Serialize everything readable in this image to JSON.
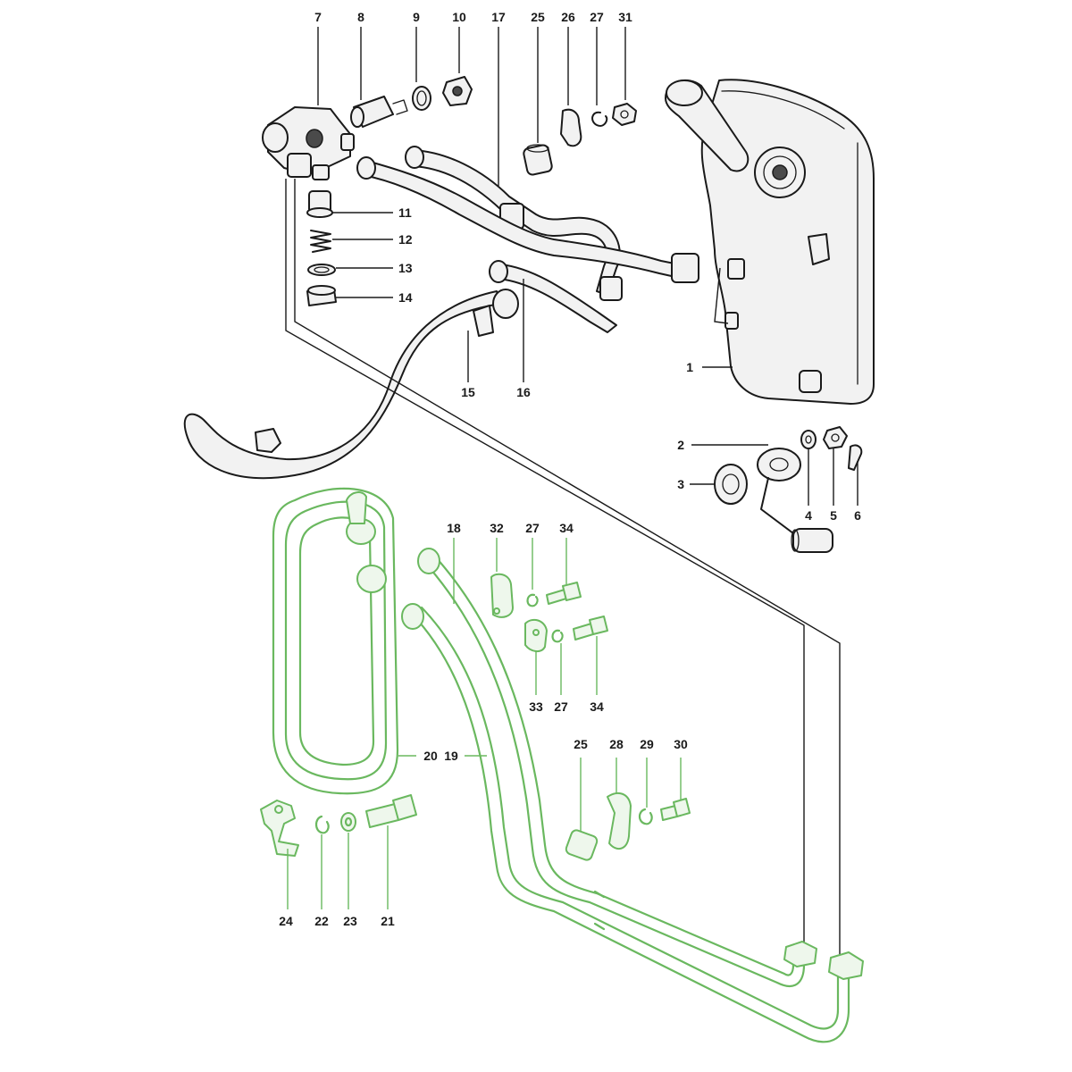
{
  "diagram": {
    "callouts": {
      "c1": "1",
      "c2": "2",
      "c3": "3",
      "c4": "4",
      "c5": "5",
      "c6": "6",
      "c7": "7",
      "c8": "8",
      "c9": "9",
      "c10": "10",
      "c11": "11",
      "c12": "12",
      "c13": "13",
      "c14": "14",
      "c15": "15",
      "c16": "16",
      "c17": "17",
      "c18": "18",
      "c19": "19",
      "c20": "20",
      "c21": "21",
      "c22": "22",
      "c23": "23",
      "c24": "24",
      "c25a": "25",
      "c25b": "25",
      "c26": "26",
      "c27a": "27",
      "c27b": "27",
      "c27c": "27",
      "c28": "28",
      "c29": "29",
      "c30": "30",
      "c31": "31",
      "c32": "32",
      "c33": "33",
      "c34a": "34",
      "c34b": "34"
    },
    "highlighted_parts": [
      "18",
      "19",
      "20",
      "21",
      "22",
      "23",
      "24",
      "25",
      "27",
      "28",
      "29",
      "30",
      "32",
      "33",
      "34"
    ],
    "colors": {
      "line": "#1a1a1a",
      "highlight": "#6ab85f",
      "background": "#ffffff"
    }
  }
}
